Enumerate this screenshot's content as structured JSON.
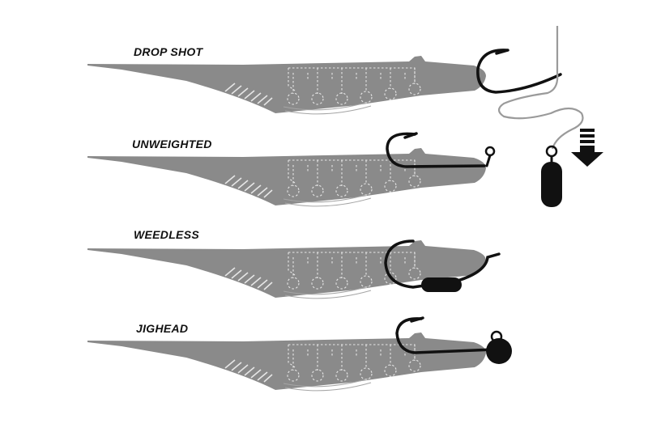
{
  "rigs": [
    {
      "label": "DROP SHOT"
    },
    {
      "label": "UNWEIGHTED"
    },
    {
      "label": "WEEDLESS"
    },
    {
      "label": "JIGHEAD"
    }
  ],
  "colors": {
    "bait_body": "#8a8a8a",
    "bait_detail": "#e6e6e6",
    "hook": "#111111",
    "line": "#9a9a9a",
    "weight": "#111111",
    "label": "#111111",
    "background": "#ffffff"
  },
  "icons": [
    "down-arrow-icon",
    "drop-shot-weight-icon",
    "hook-icon"
  ]
}
